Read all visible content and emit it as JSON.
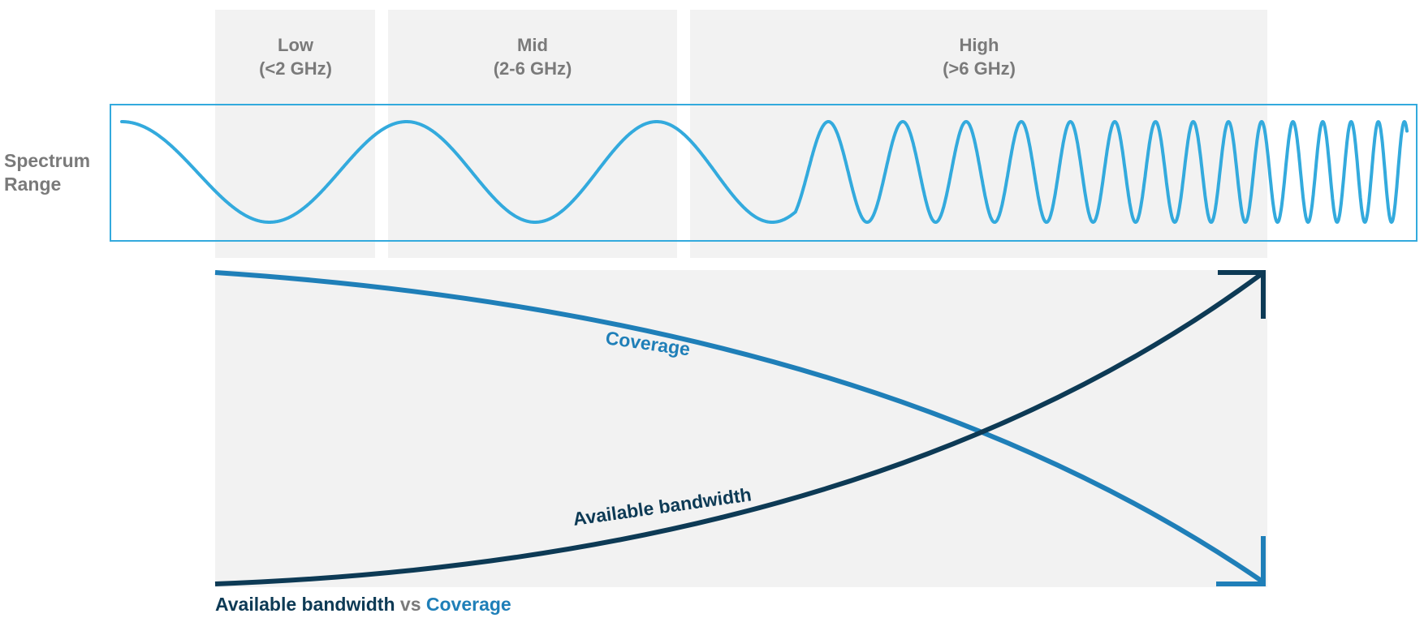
{
  "bands": [
    {
      "name": "Low",
      "range": "(<2 GHz)"
    },
    {
      "name": "Mid",
      "range": "(2-6 GHz)"
    },
    {
      "name": "High",
      "range": "(>6 GHz)"
    }
  ],
  "spectrum": {
    "label_line1": "Spectrum",
    "label_line2": "Range"
  },
  "curves": {
    "coverage_label": "Coverage",
    "bandwidth_label": "Available bandwidth"
  },
  "caption": {
    "part1": "Available bandwidth",
    "part2": " vs ",
    "part3": "Coverage"
  },
  "colors": {
    "wave": "#33aadd",
    "coverage": "#1f7fb8",
    "bandwidth": "#0d3a55",
    "panel": "#f2f2f2",
    "muted_text": "#7a7a7a"
  }
}
